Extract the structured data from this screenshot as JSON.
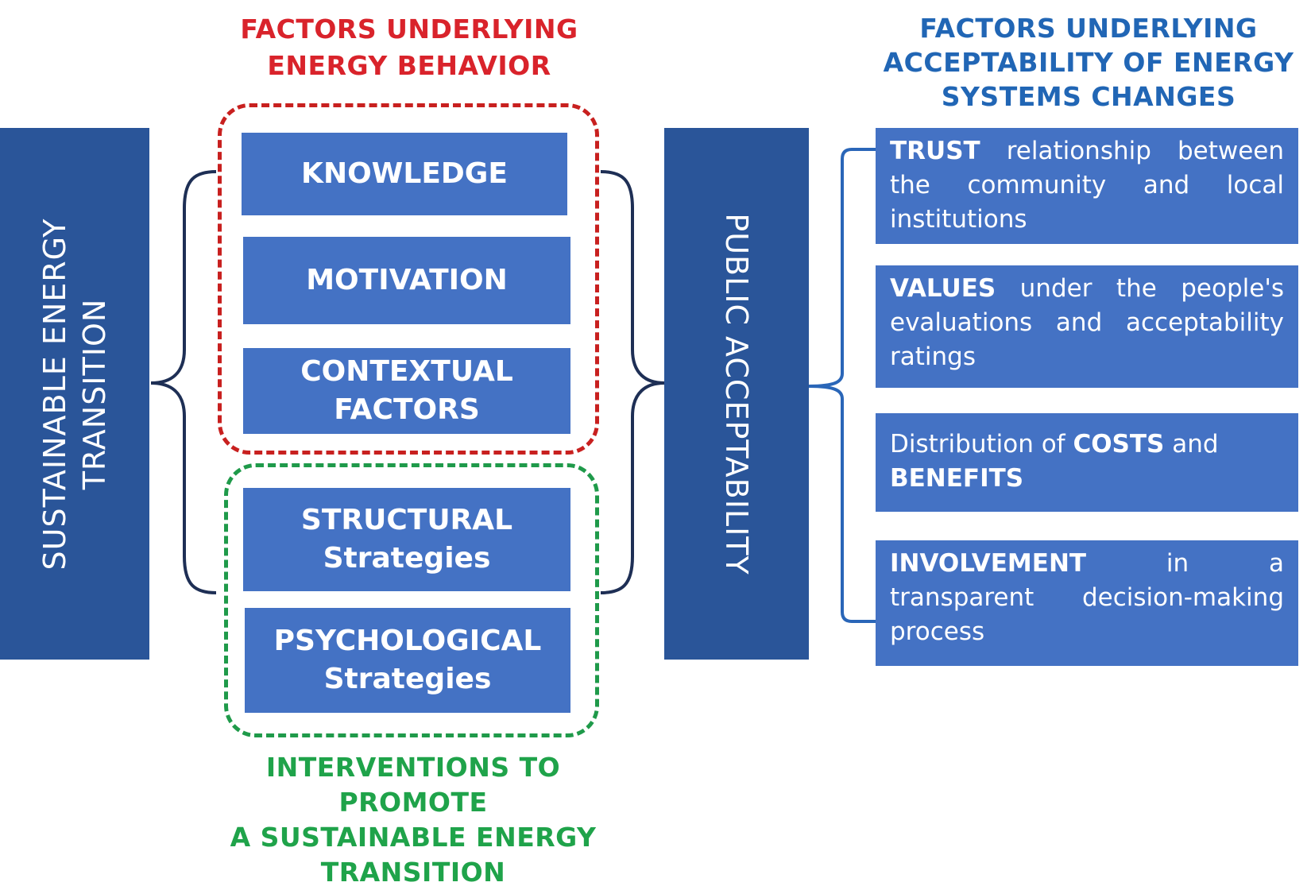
{
  "headings": {
    "behavior": [
      "FACTORS UNDERLYING",
      "ENERGY BEHAVIOR"
    ],
    "acceptability": [
      "FACTORS UNDERLYING",
      "ACCEPTABILITY OF ENERGY",
      "SYSTEMS CHANGES"
    ],
    "interventions": [
      "INTERVENTIONS TO PROMOTE",
      "A SUSTAINABLE ENERGY",
      "TRANSITION"
    ]
  },
  "left_bar": [
    "SUSTAINABLE ENERGY",
    "TRANSITION"
  ],
  "center_bar": "PUBLIC ACCEPTABILITY",
  "behavior_factors": [
    {
      "line1": "KNOWLEDGE"
    },
    {
      "line1": "MOTIVATION"
    },
    {
      "line1": "CONTEXTUAL",
      "line2": "FACTORS"
    }
  ],
  "strategies": [
    {
      "line1": "STRUCTURAL",
      "line2": "Strategies"
    },
    {
      "line1": "PSYCHOLOGICAL",
      "line2": "Strategies"
    }
  ],
  "acceptability_factors": [
    {
      "bold": "TRUST",
      "rest": " relationship between the community and local institutions"
    },
    {
      "bold": "VALUES",
      "rest": " under the people's evaluations and acceptability ratings"
    },
    {
      "pre": "Distribution of ",
      "bold": "COSTS",
      "mid": " and ",
      "bold2": "BENEFITS"
    },
    {
      "bold": "INVOLVEMENT",
      "rest": " in a transparent decision-making process"
    }
  ],
  "colors": {
    "dark_bar": "#2a5599",
    "box": "#4472c4",
    "red": "#d9232b",
    "green": "#1fa34a",
    "blue": "#2166b5"
  }
}
